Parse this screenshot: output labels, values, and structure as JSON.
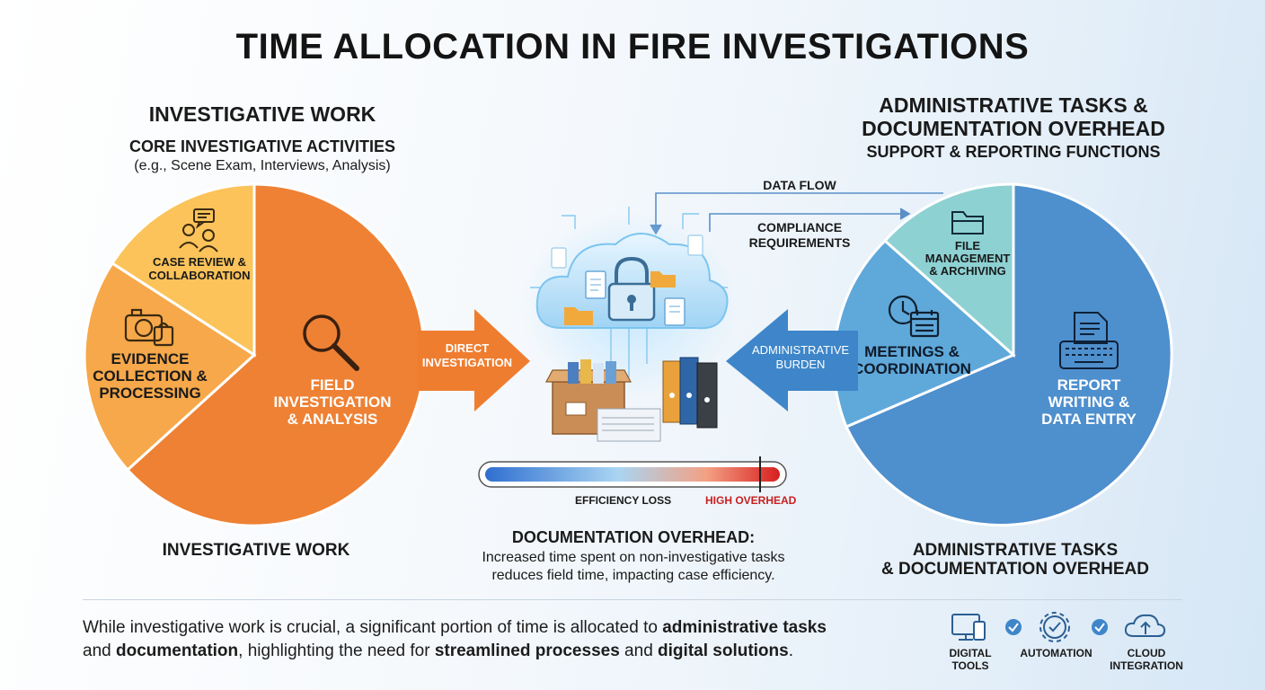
{
  "title": "TIME ALLOCATION IN FIRE INVESTIGATIONS",
  "left": {
    "heading": "INVESTIGATIVE WORK",
    "subheading": "CORE INVESTIGATIVE ACTIVITIES",
    "examples": "(e.g., Scene Exam, Interviews, Analysis)",
    "footer": "INVESTIGATIVE WORK",
    "segments": [
      {
        "lines": [
          "CASE REVIEW &",
          "COLLABORATION"
        ],
        "icon": "collaboration-icon",
        "color": "#fbc35a"
      },
      {
        "lines": [
          "EVIDENCE",
          "COLLECTION &",
          "PROCESSING"
        ],
        "icon": "camera-icon",
        "color": "#f6a84a"
      },
      {
        "lines": [
          "FIELD",
          "INVESTIGATION",
          "& ANALYSIS"
        ],
        "icon": "magnifier-icon",
        "color": "#ee8134"
      }
    ]
  },
  "right": {
    "heading_line1": "ADMINISTRATIVE TASKS &",
    "heading_line2": "DOCUMENTATION OVERHEAD",
    "subheading": "SUPPORT & REPORTING FUNCTIONS",
    "footer_line1": "ADMINISTRATIVE TASKS",
    "footer_line2": "& DOCUMENTATION OVERHEAD",
    "segments": [
      {
        "lines": [
          "FILE",
          "MANAGEMENT",
          "& ARCHIVING"
        ],
        "icon": "folder-icon",
        "color": "#8dd1d3"
      },
      {
        "lines": [
          "MEETINGS &",
          "COORDINATION"
        ],
        "icon": "clock-calendar-icon",
        "color": "#5fa8da"
      },
      {
        "lines": [
          "REPORT",
          "WRITING &",
          "DATA ENTRY"
        ],
        "icon": "keyboard-document-icon",
        "color": "#4e8fcd"
      }
    ]
  },
  "center": {
    "direct_arrow_lines": [
      "DIRECT",
      "INVESTIGATION"
    ],
    "admin_arrow_lines": [
      "ADMINISTRATIVE",
      "BURDEN"
    ],
    "data_flow": "DATA FLOW",
    "compliance_lines": [
      "COMPLIANCE",
      "REQUIREMENTS"
    ],
    "hub_icon": "cloud-lock-icon",
    "efficiency_loss": "EFFICIENCY LOSS",
    "high_overhead": "HIGH OVERHEAD",
    "overhead_title": "DOCUMENTATION OVERHEAD:",
    "overhead_line1": "Increased time spent on non-investigative tasks",
    "overhead_line2": "reduces field time, impacting case efficiency."
  },
  "summary": {
    "p1": "While investigative work is crucial, a significant portion of time is allocated to ",
    "b1": "administrative tasks",
    "p2": "and ",
    "b2": "documentation",
    "p3": ", highlighting the need for ",
    "b3": "streamlined processes",
    "p4": " and ",
    "b4": "digital solutions",
    "p5": "."
  },
  "legend": [
    {
      "lines": [
        "DIGITAL",
        "TOOLS"
      ],
      "icon": "devices-icon"
    },
    {
      "lines": [
        "AUTOMATION"
      ],
      "icon": "gear-check-icon"
    },
    {
      "lines": [
        "CLOUD",
        "INTEGRATION"
      ],
      "icon": "cloud-upload-icon"
    }
  ],
  "colors": {
    "orange": "#ee8134",
    "blue": "#4e8fcd",
    "red": "#d42a2a",
    "text": "#1a1a1a"
  }
}
